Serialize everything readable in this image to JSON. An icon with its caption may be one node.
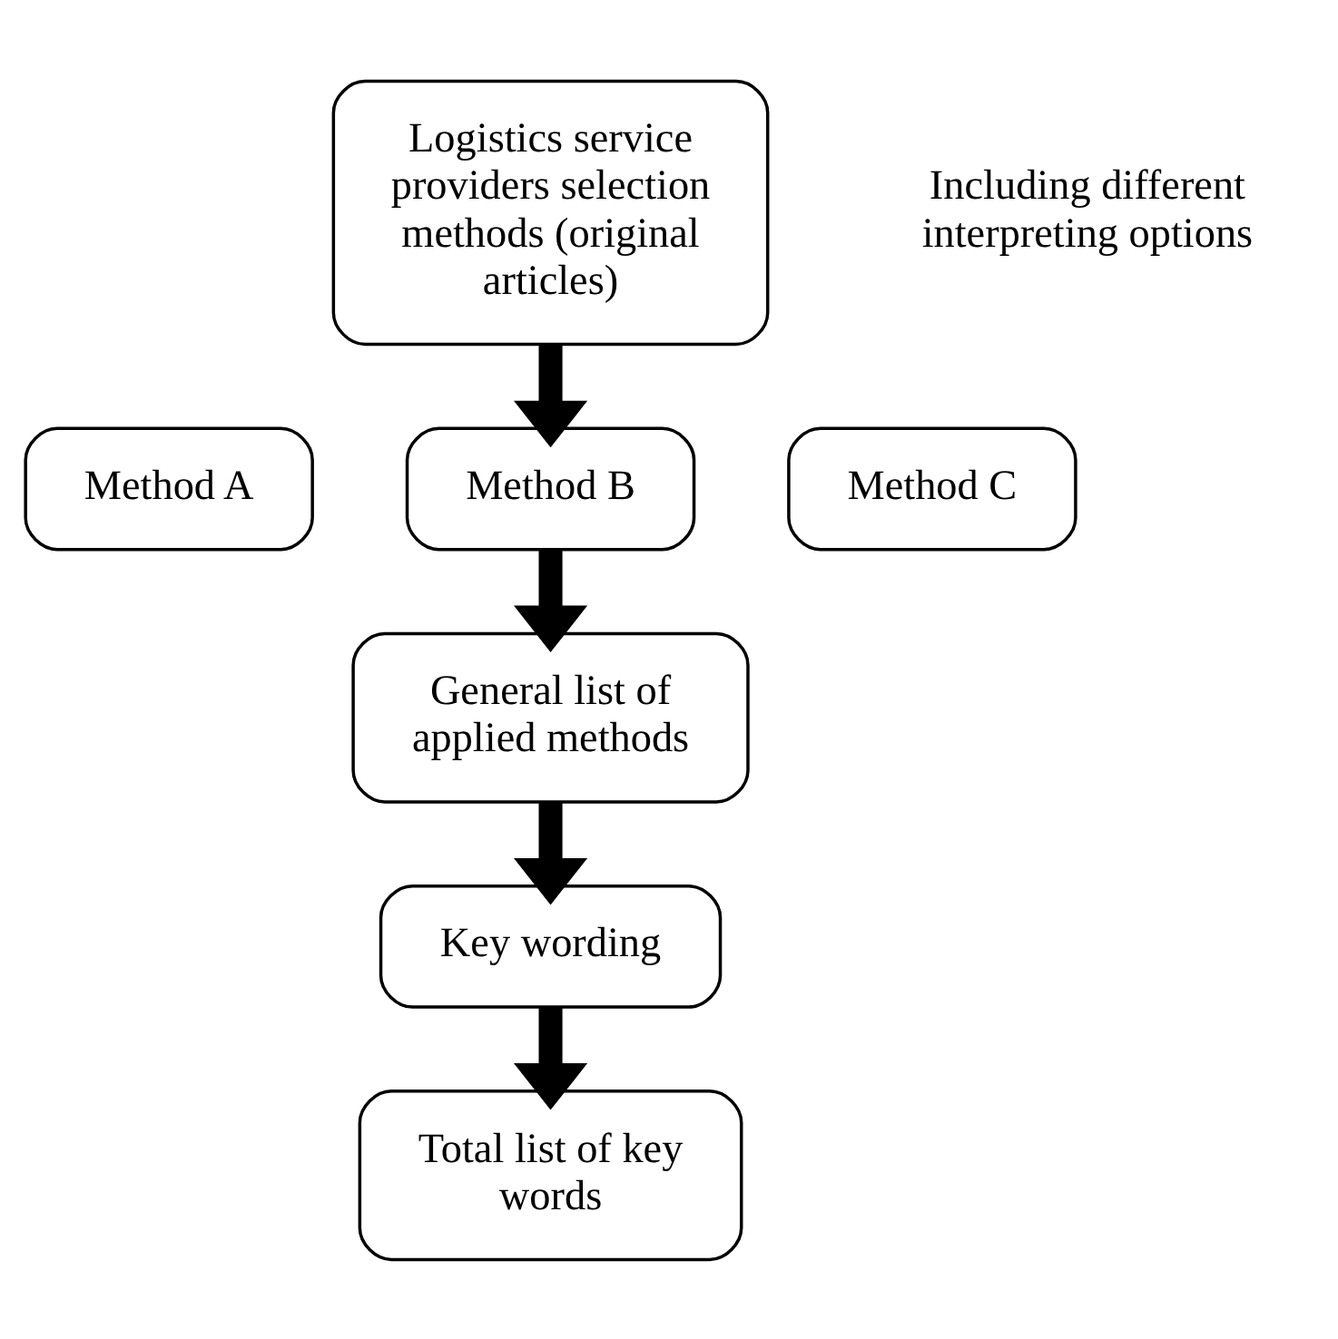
{
  "diagram": {
    "nodes": [
      {
        "text": [
          "Logistics service providers selection methods (original articles)"
        ]
      },
      {
        "text": [
          "Method A"
        ]
      },
      {
        "text": [
          "Method B"
        ]
      },
      {
        "text": [
          "Method C"
        ]
      },
      {
        "text": [
          "General list of applied methods"
        ]
      },
      {
        "text": [
          "Key wording"
        ]
      },
      {
        "text": [
          "Total list of key words"
        ]
      }
    ],
    "edges": [
      {
        "from": 0,
        "to": 2,
        "arrow": "to"
      },
      {
        "from": 2,
        "to": 4,
        "arrow": "to"
      },
      {
        "from": 4,
        "to": 5,
        "arrow": "to"
      },
      {
        "from": 5,
        "to": 6,
        "arrow": "to"
      }
    ],
    "labels": [
      "Including different interpreting options"
    ]
  }
}
